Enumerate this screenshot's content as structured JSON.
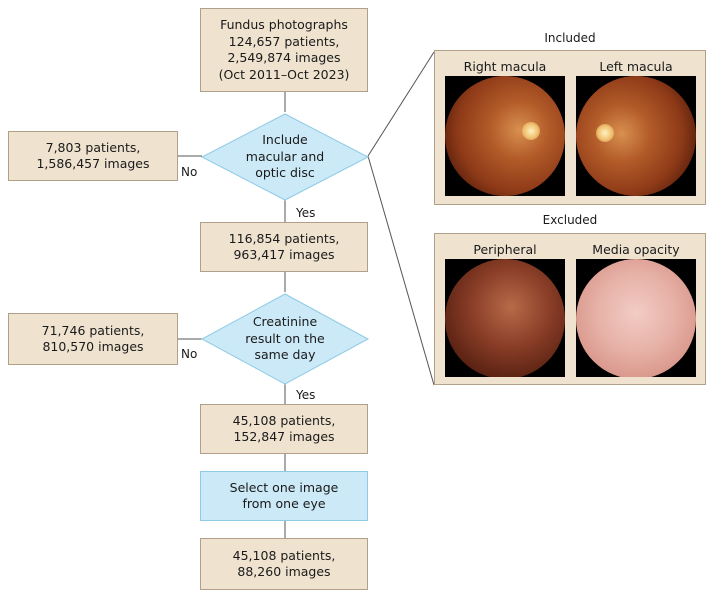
{
  "boxes": {
    "start": [
      "Fundus photographs",
      "124,657 patients,",
      "2,549,874 images",
      "(Oct 2011–Oct 2023)"
    ],
    "excluded1": [
      "7,803 patients,",
      "1,586,457 images"
    ],
    "after1": [
      "116,854 patients,",
      "963,417 images"
    ],
    "excluded2": [
      "71,746 patients,",
      "810,570 images"
    ],
    "after2": [
      "45,108 patients,",
      "152,847 images"
    ],
    "select": [
      "Select one image",
      "from one eye"
    ],
    "final": [
      "45,108 patients,",
      "88,260 images"
    ]
  },
  "decisions": {
    "d1": [
      "Include",
      "macular and",
      "optic disc"
    ],
    "d2": [
      "Creatinine",
      "result on the",
      "same day"
    ]
  },
  "labels": {
    "no": "No",
    "yes": "Yes"
  },
  "panels": {
    "included": {
      "title": "Included",
      "left": "Right macula",
      "right": "Left macula"
    },
    "excluded": {
      "title": "Excluded",
      "left": "Peripheral",
      "right": "Media opacity"
    }
  },
  "colors": {
    "beige": "#efe3d0",
    "light_blue": "#cbe9f7",
    "connector": "#555555"
  }
}
